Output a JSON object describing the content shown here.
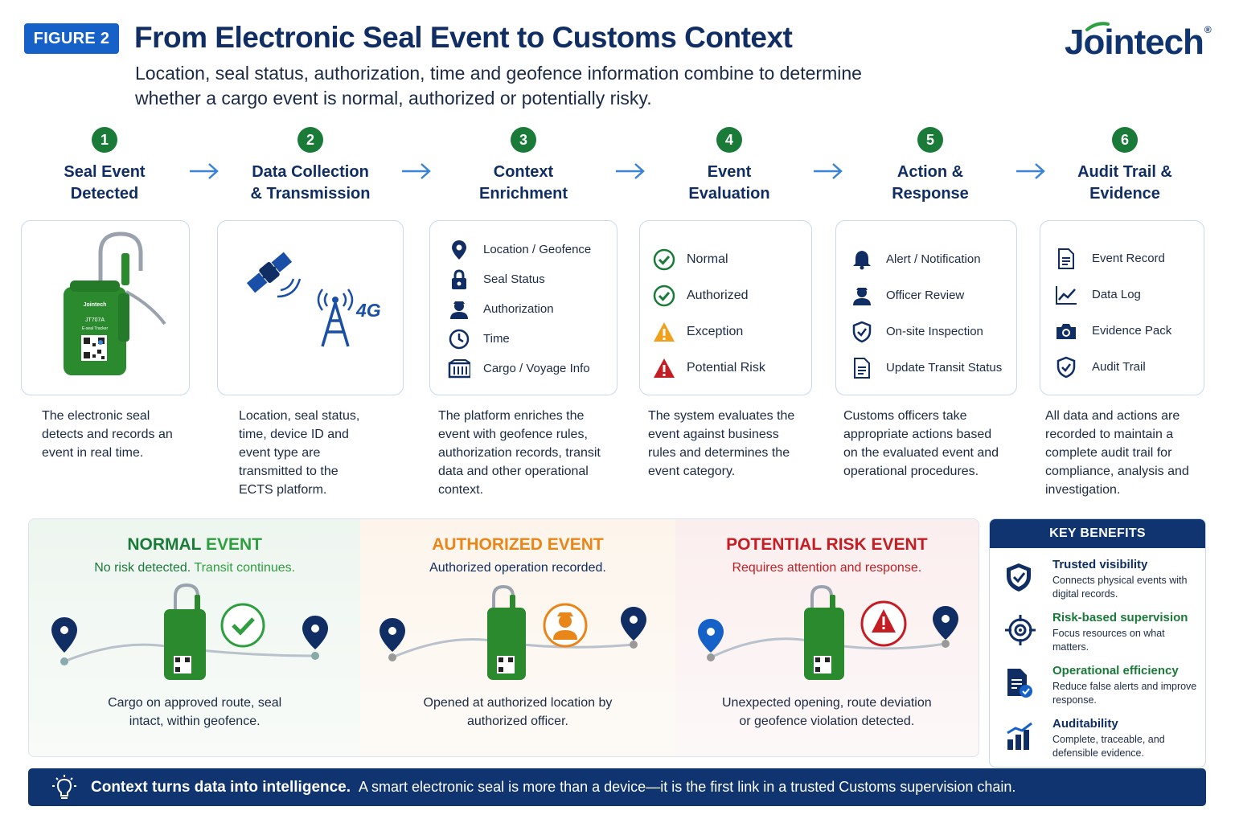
{
  "header": {
    "figure_label": "FIGURE 2",
    "title": "From Electronic Seal Event to Customs Context",
    "subtitle": "Location, seal status, authorization, time and geofence information combine to determine whether a cargo event is normal, authorized or potentially risky.",
    "brand": "Jointech",
    "brand_mark": "®"
  },
  "steps": [
    {
      "num": "1",
      "title_line1": "Seal Event",
      "title_line2": "Detected",
      "description": "The electronic seal detects and records an event in real time."
    },
    {
      "num": "2",
      "title_line1": "Data Collection",
      "title_line2": "& Transmission",
      "network_label": "4G",
      "description": "Location, seal status, time, device ID and event type are transmitted to the ECTS platform."
    },
    {
      "num": "3",
      "title_line1": "Context",
      "title_line2": "Enrichment",
      "items": [
        "Location / Geofence",
        "Seal Status",
        "Authorization",
        "Time",
        "Cargo / Voyage Info"
      ],
      "description": "The platform enriches the event with geofence rules, authorization records, transit data and other operational context."
    },
    {
      "num": "4",
      "title_line1": "Event",
      "title_line2": "Evaluation",
      "items": [
        "Normal",
        "Authorized",
        "Exception",
        "Potential Risk"
      ],
      "description": "The system evaluates the event against business rules and determines the event category."
    },
    {
      "num": "5",
      "title_line1": "Action &",
      "title_line2": "Response",
      "items": [
        "Alert / Notification",
        "Officer Review",
        "On-site Inspection",
        "Update Transit Status"
      ],
      "description": "Customs officers take appropriate actions based on the evaluated event and operational procedures."
    },
    {
      "num": "6",
      "title_line1": "Audit Trail &",
      "title_line2": "Evidence",
      "items": [
        "Event Record",
        "Data Log",
        "Evidence Pack",
        "Audit Trail"
      ],
      "description": "All data and actions are recorded to maintain a complete audit trail for compliance, analysis and investigation."
    }
  ],
  "seal_device": {
    "brand": "Jointech",
    "model": "JT707A",
    "caption": "E-seal Tracker"
  },
  "events": [
    {
      "title_a": "NORMAL",
      "title_b": " EVENT",
      "sub_a": "No risk detected.",
      "sub_b": " Transit continues.",
      "description": "Cargo on approved route, seal intact, within geofence.",
      "color": "#1a7a38",
      "accent": "#2e9e3f"
    },
    {
      "title_a": "AUTHORIZED EVENT",
      "title_b": "",
      "sub_a": "Authorized operation recorded.",
      "sub_b": "",
      "description": "Opened at authorized location by authorized officer.",
      "color": "#e8861a",
      "accent": "#e8861a"
    },
    {
      "title_a": "POTENTIAL RISK EVENT",
      "title_b": "",
      "sub_a": "Requires attention and response.",
      "sub_b": "",
      "description": "Unexpected opening, route deviation or geofence violation detected.",
      "color": "#c41e24",
      "accent": "#c41e24"
    }
  ],
  "key_benefits": {
    "title": "KEY BENEFITS",
    "items": [
      {
        "title": "Trusted visibility",
        "description": "Connects physical events with digital records.",
        "color": "#102e63"
      },
      {
        "title": "Risk-based supervision",
        "description": "Focus resources on what matters.",
        "color": "#1a7a38"
      },
      {
        "title": "Operational efficiency",
        "description": "Reduce false alerts and improve response.",
        "color": "#1a7a38"
      },
      {
        "title": "Auditability",
        "description": "Complete, traceable, and defensible evidence.",
        "color": "#102e63"
      }
    ]
  },
  "footer": {
    "strong": "Context turns data into intelligence.",
    "text": "A smart electronic seal is more than a device—it is the first link in a trusted Customs supervision chain."
  },
  "colors": {
    "navy": "#102e63",
    "green": "#1a7a38",
    "blue": "#1661c7",
    "orange": "#e8861a",
    "red": "#c41e24"
  }
}
